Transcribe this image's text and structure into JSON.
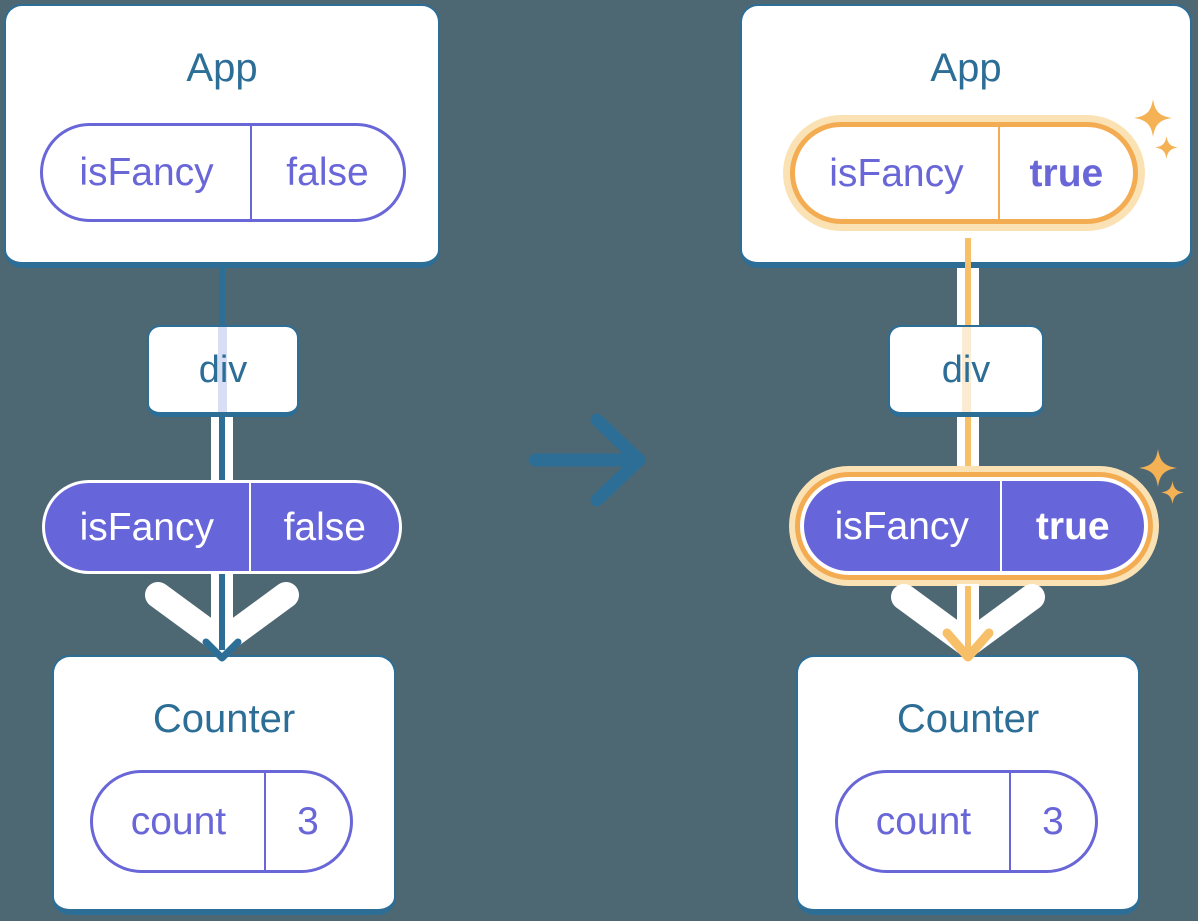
{
  "left": {
    "app": {
      "title": "App",
      "pill": {
        "name": "isFancy",
        "value": "false"
      }
    },
    "div": {
      "label": "div"
    },
    "prop_pill": {
      "name": "isFancy",
      "value": "false"
    },
    "counter": {
      "title": "Counter",
      "pill": {
        "name": "count",
        "value": "3"
      }
    }
  },
  "right": {
    "app": {
      "title": "App",
      "pill": {
        "name": "isFancy",
        "value": "true"
      }
    },
    "div": {
      "label": "div"
    },
    "prop_pill": {
      "name": "isFancy",
      "value": "true"
    },
    "counter": {
      "title": "Counter",
      "pill": {
        "name": "count",
        "value": "3"
      }
    }
  },
  "icons": {
    "transition": "arrow-right-icon",
    "flow_down": "arrow-down-icon",
    "highlight": "sparkle-icon"
  },
  "colors": {
    "background": "#4D6773",
    "card": "#FFFFFF",
    "blue": "#2D6E97",
    "purple": "#6966D8",
    "purple_fill": "#6765DA",
    "orange_ring": "#F4AC52",
    "orange_core": "#F8BF69",
    "orange_glow": "#FBE2B4",
    "lavender_pass": "#D8DFF5",
    "cream_pass": "#FBEBD2"
  }
}
